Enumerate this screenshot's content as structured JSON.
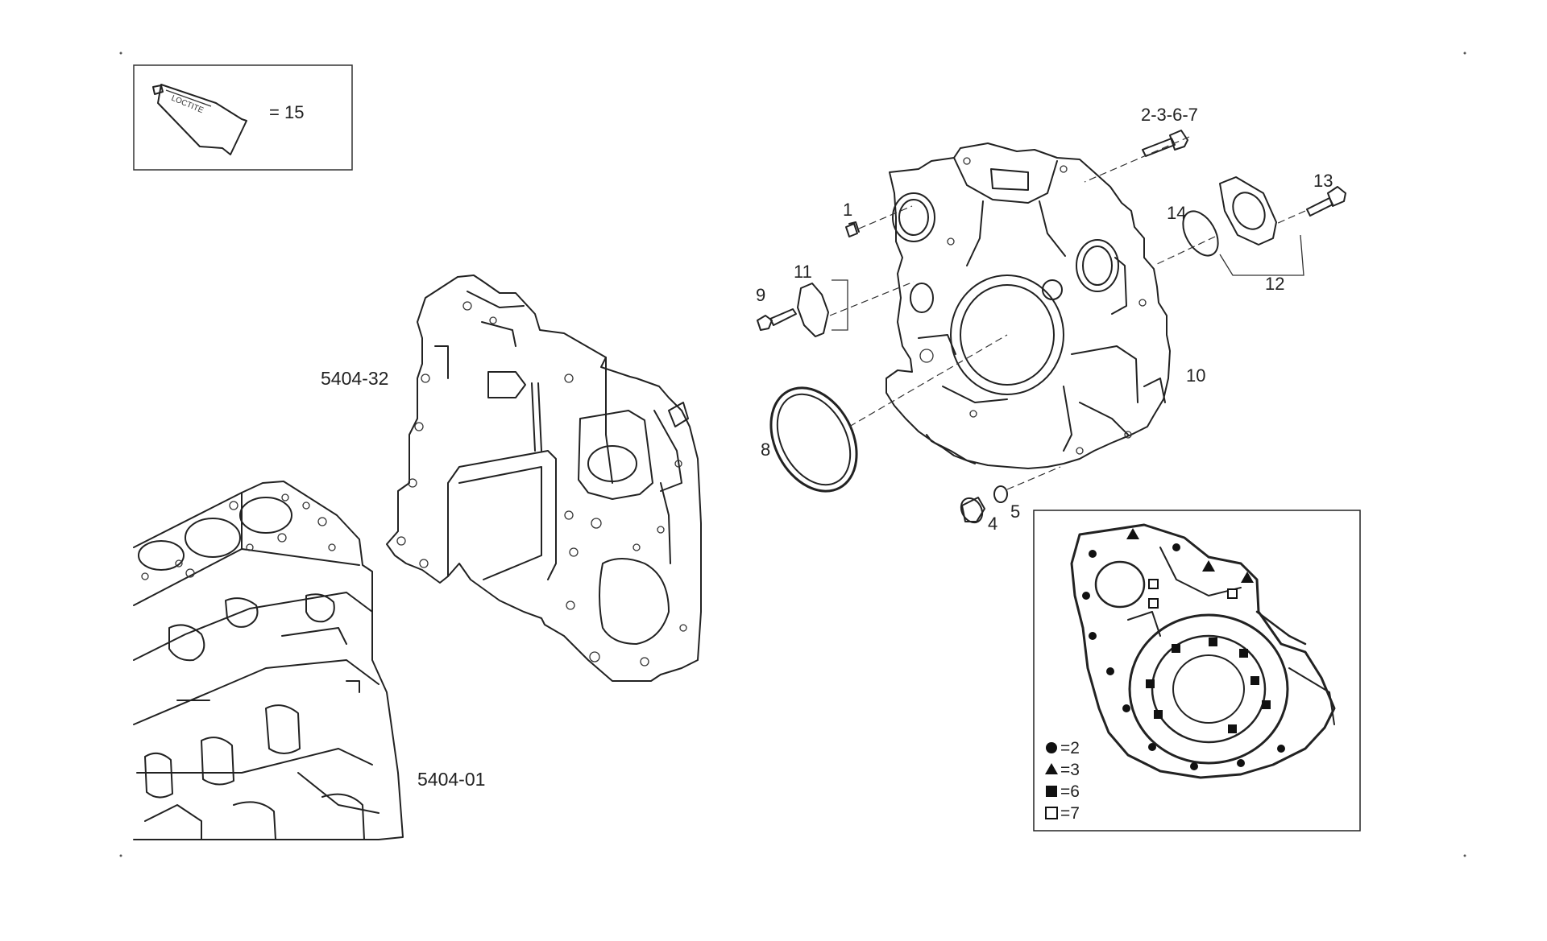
{
  "kit_box": {
    "tube_text": "LOCTITE",
    "equals_text": "= 15"
  },
  "part_labels": {
    "p1": "1",
    "p2367": "2-3-6-7",
    "p4": "4",
    "p5": "5",
    "p8": "8",
    "p9": "9",
    "p10": "10",
    "p11": "11",
    "p12": "12",
    "p13": "13",
    "p14": "14"
  },
  "reference_labels": {
    "ref_5404_32": "5404-32",
    "ref_5404_01": "5404-01"
  },
  "legend": {
    "items": [
      {
        "symbol": "filled-circle",
        "text": "=2"
      },
      {
        "symbol": "filled-triangle",
        "text": "=3"
      },
      {
        "symbol": "filled-square",
        "text": "=6"
      },
      {
        "symbol": "open-square",
        "text": "=7"
      }
    ]
  }
}
